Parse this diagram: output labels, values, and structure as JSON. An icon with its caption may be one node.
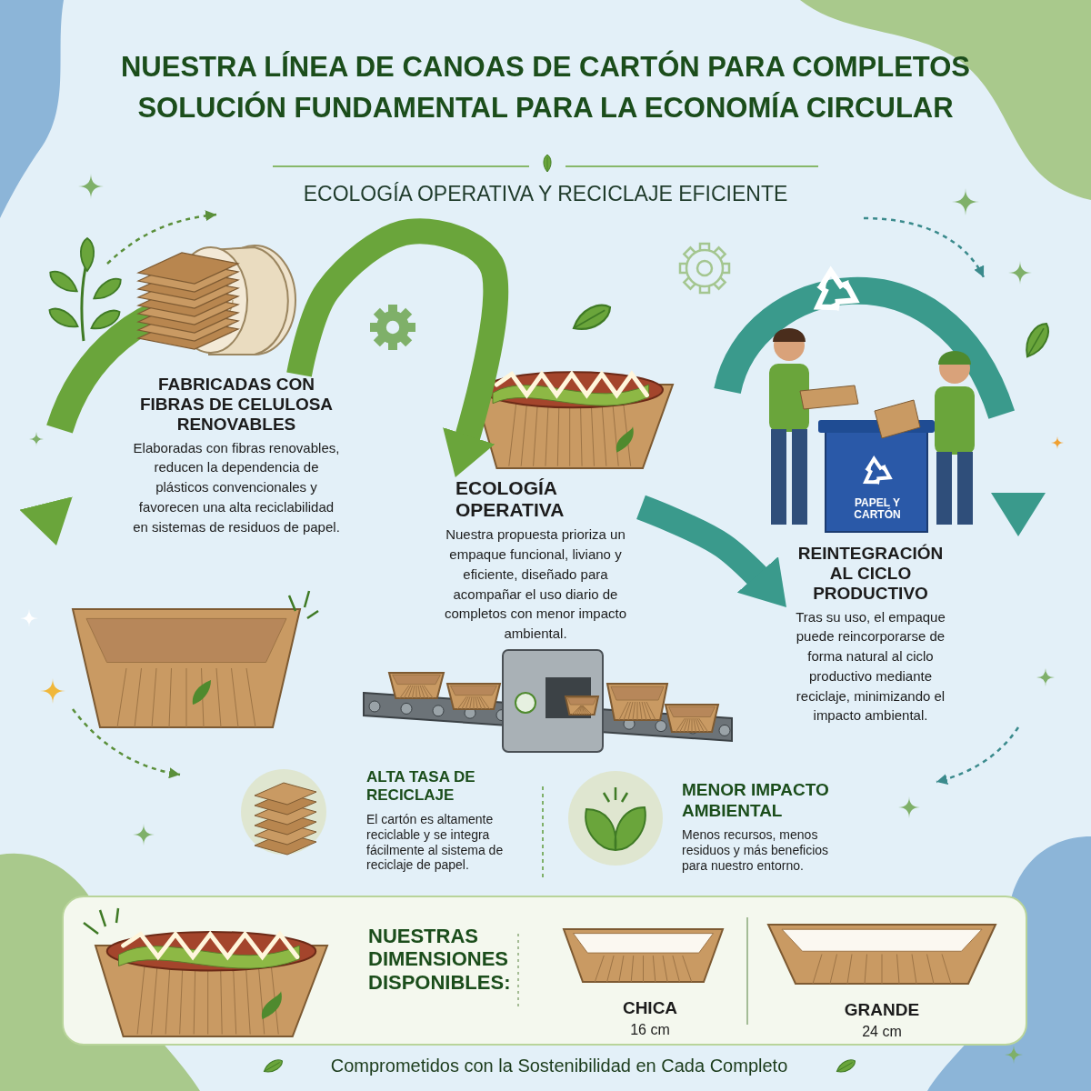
{
  "diagram": {
    "title": "NUESTRA LÍNEA DE CANOAS DE CARTÓN PARA COMPLETOS SOLUCIÓN FUNDAMENTAL PARA LA ECONOMÍA CIRCULAR",
    "caption": "Comprometidos con la Sostenibilidad en Cada Completo",
    "nodes": [
      {
        "text": [
          "FABRICADAS CON FIBRAS DE CELULOSA RENOVABLES",
          "Elaboradas con fibras renovables, reducen la dependencia de plásticos convencionales y favorecen una alta reciclabilidad en sistemas de residuos de papel."
        ]
      },
      {
        "text": [
          "ECOLOGÍA OPERATIVA",
          "Nuestra propuesta prioriza un empaque funcional, liviano y eficiente, diseñado para acompañar el uso diario de completos con menor impacto ambiental."
        ]
      },
      {
        "text": [
          "REINTEGRACIÓN AL CICLO PRODUCTIVO",
          "Tras su uso, el empaque puede reincorporarse de forma natural al ciclo productivo mediante reciclaje, minimizando el impacto ambiental."
        ]
      },
      {
        "text": [
          "NUESTRAS DIMENSIONES DISPONIBLES:",
          "CHICA",
          "16 cm",
          "GRANDE",
          "24 cm"
        ]
      }
    ],
    "edges": [
      {
        "from": 0,
        "to": 1,
        "arrow": "to"
      },
      {
        "from": 1,
        "to": 2,
        "arrow": "to",
        "color": "#3a9a8c"
      }
    ],
    "labels": [
      "ECOLOGÍA OPERATIVA Y RECICLAJE EFICIENTE",
      "PAPEL Y CARTÓN",
      "ALTA TASA DE RECICLAJE",
      "El cartón es altamente reciclable y se integra fácilmente al sistema de reciclaje de papel.",
      "MENOR IMPACTO AMBIENTAL",
      "Menos recursos, menos residuos y más beneficios para nuestro entorno."
    ]
  }
}
